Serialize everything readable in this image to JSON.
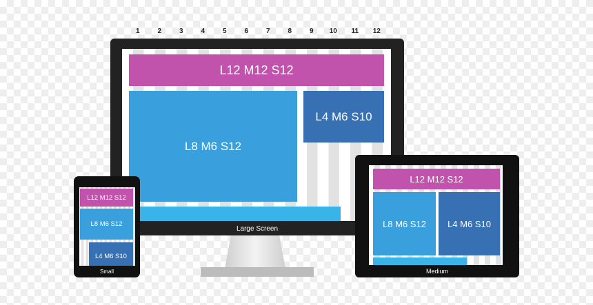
{
  "column_numbers": [
    "1",
    "2",
    "3",
    "4",
    "5",
    "6",
    "7",
    "8",
    "9",
    "10",
    "11",
    "12"
  ],
  "large_screen": {
    "label": "Large Screen",
    "row1": "L12 M12 S12",
    "main": "L8 M6 S12",
    "side": "L4 M6 S10"
  },
  "medium": {
    "label": "Medium",
    "row1": "L12 M12 S12",
    "main": "L8 M6 S12",
    "side": "L4 M6 S10"
  },
  "small": {
    "label": "Small",
    "row1": "L12 M12 S12",
    "main": "L8 M6 S12",
    "side": "L4 M6 S10"
  },
  "colors": {
    "magenta": "#c253ad",
    "blue": "#3aa0dd",
    "dark_blue": "#3770b3",
    "light_blue": "#39b4e8",
    "device_frame": "#222222"
  }
}
